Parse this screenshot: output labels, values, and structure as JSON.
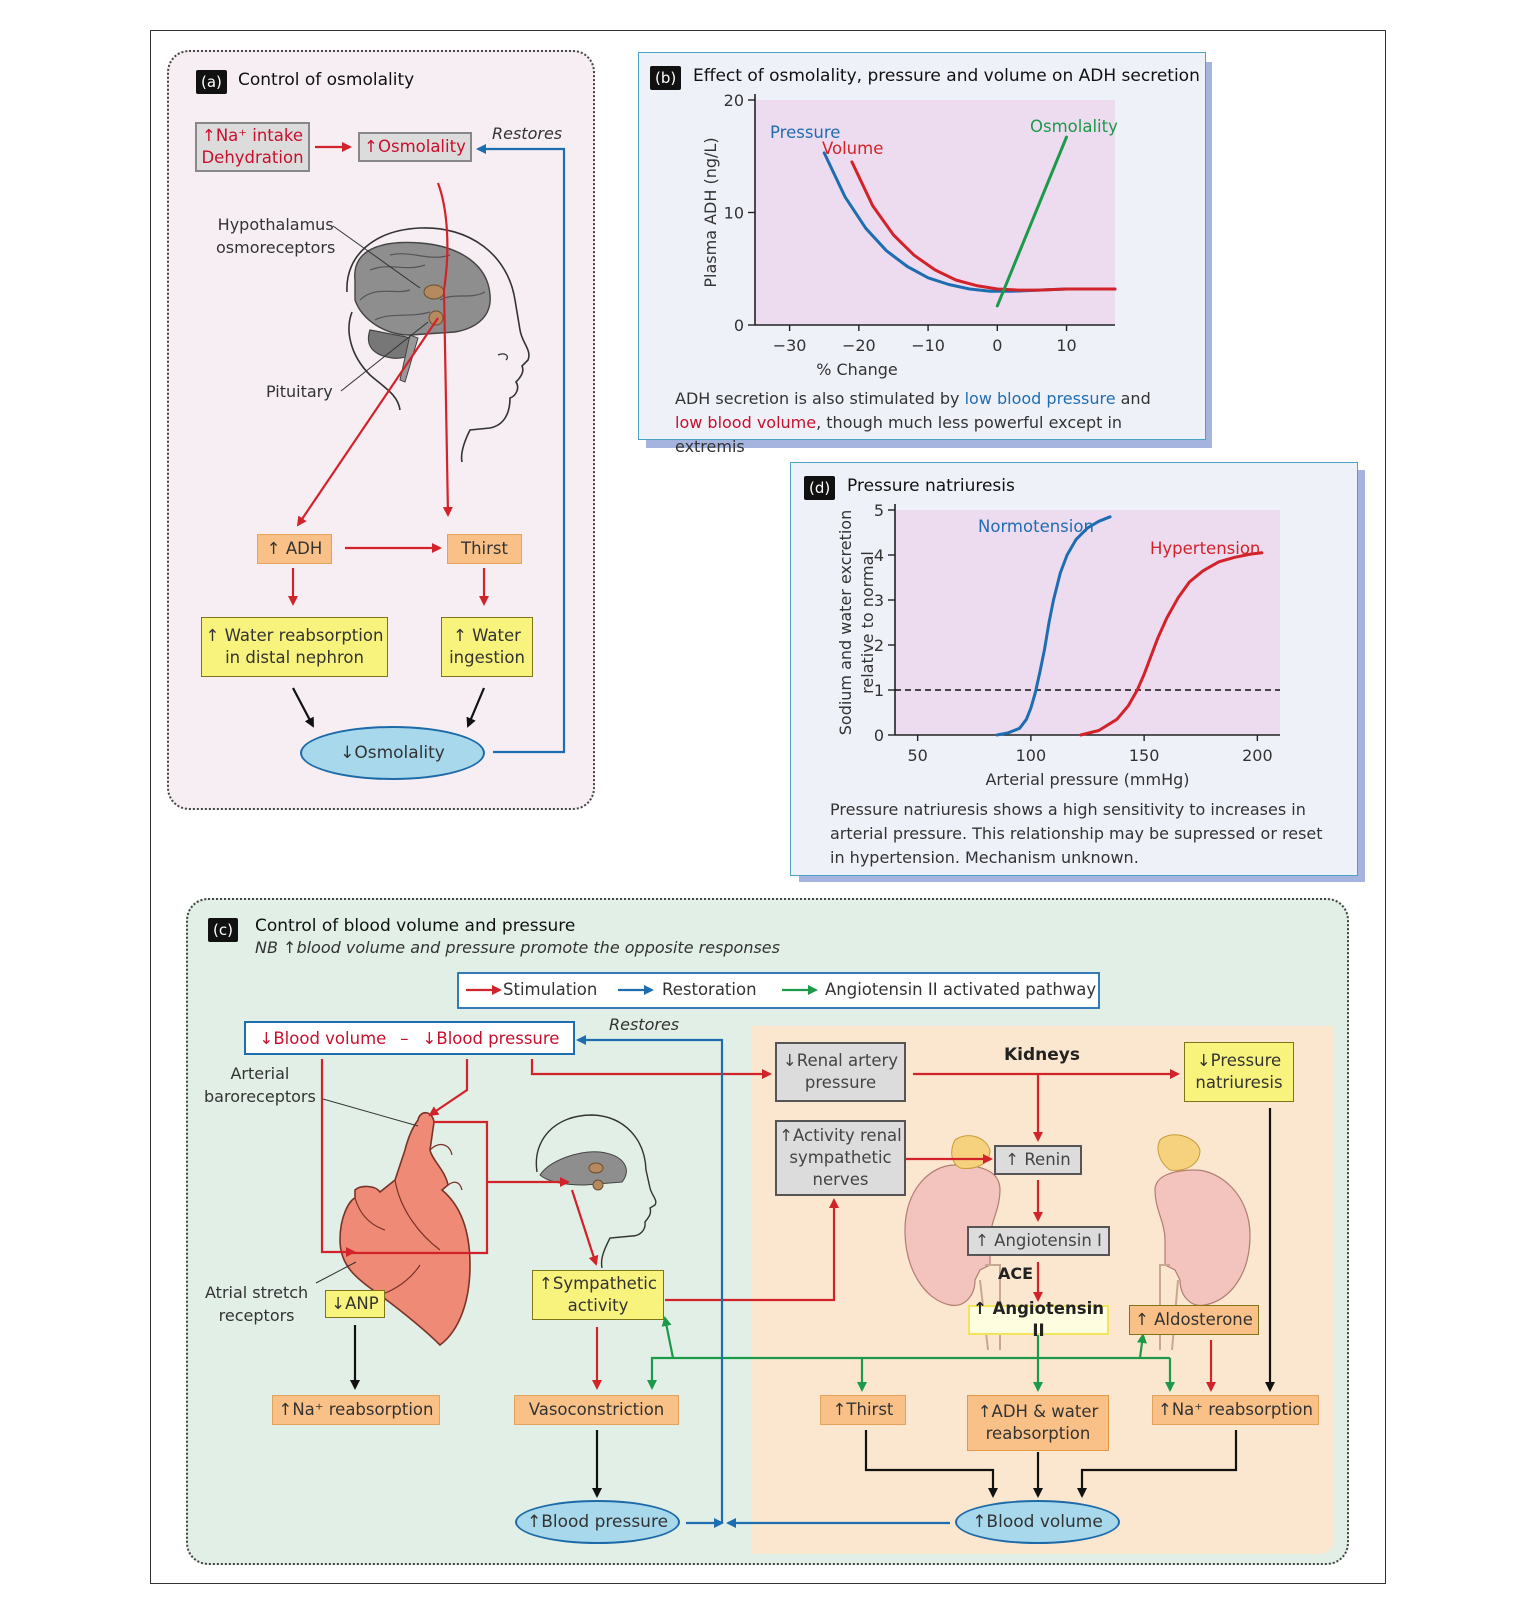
{
  "panel_a": {
    "tag": "(a)",
    "title": "Control of osmolality",
    "box_na_dehydration": "↑Na⁺ intake\nDehydration",
    "box_osmolality": "↑Osmolality",
    "label_restores": "Restores",
    "label_hypothalamus": "Hypothalamus\nosmoreceptors",
    "label_pituitary": "Pituitary",
    "box_adh": "↑ ADH",
    "box_thirst": "Thirst",
    "box_water_reabsorption": "↑ Water reabsorption\nin distal nephron",
    "box_water_ingestion": "↑ Water\ningestion",
    "ellipse_osmolality": "↓Osmolality"
  },
  "panel_b": {
    "tag": "(b)",
    "title": "Effect of osmolality, pressure and volume on ADH secretion",
    "caption_1": "ADH secretion is also stimulated by ",
    "caption_low_bp": "low blood pressure",
    "caption_2": " and",
    "caption_low_bv": "low blood volume",
    "caption_3": ", though much less powerful except in extremis"
  },
  "panel_d": {
    "tag": "(d)",
    "title": "Pressure natriuresis",
    "caption": "Pressure natriuresis shows a high sensitivity to increases in\narterial pressure. This relationship may be supressed or reset\nin hypertension. Mechanism unknown."
  },
  "chart_data": [
    {
      "type": "line",
      "xlabel": "% Change",
      "ylabel": "Plasma ADH (ng/L)",
      "xlim": [
        -35,
        17
      ],
      "ylim": [
        0,
        20
      ],
      "xticks": [
        -30,
        -20,
        -10,
        0,
        10
      ],
      "xtick_labels": [
        "−30",
        "−20",
        "−10",
        "0",
        "10"
      ],
      "yticks": [
        0,
        10,
        20
      ],
      "ytick_labels": [
        "0",
        "10",
        "20"
      ],
      "series": [
        {
          "name": "Pressure",
          "color": "#1f6db1",
          "x": [
            -25,
            -22,
            -19,
            -16,
            -13,
            -10,
            -7,
            -4,
            -1,
            2,
            6,
            10,
            17
          ],
          "y": [
            15.3,
            11.4,
            8.6,
            6.6,
            5.2,
            4.2,
            3.6,
            3.2,
            3.0,
            3.0,
            3.1,
            3.2,
            3.2
          ]
        },
        {
          "name": "Volume",
          "color": "#d2232a",
          "x": [
            -21,
            -18,
            -15,
            -12,
            -9,
            -6,
            -3,
            0,
            3,
            6,
            10,
            17
          ],
          "y": [
            14.5,
            10.6,
            8.0,
            6.2,
            4.9,
            4.0,
            3.5,
            3.2,
            3.1,
            3.1,
            3.2,
            3.2
          ]
        },
        {
          "name": "Osmolality",
          "color": "#1c9a4a",
          "x": [
            0,
            10
          ],
          "y": [
            1.7,
            16.7
          ]
        }
      ]
    },
    {
      "type": "line",
      "xlabel": "Arterial pressure (mmHg)",
      "ylabel": "Sodium and water excretion\nrelative to normal",
      "xlim": [
        40,
        210
      ],
      "ylim": [
        0,
        5
      ],
      "xticks": [
        50,
        100,
        150,
        200
      ],
      "yticks": [
        0,
        1,
        2,
        3,
        4,
        5
      ],
      "reference_line_y": 1,
      "series": [
        {
          "name": "Normotension",
          "color": "#1f6db1",
          "x": [
            85,
            90,
            95,
            98,
            100,
            102,
            104,
            106,
            108,
            110,
            113,
            116,
            120,
            125,
            130,
            135
          ],
          "y": [
            0.0,
            0.05,
            0.15,
            0.35,
            0.6,
            0.95,
            1.4,
            1.9,
            2.5,
            3.0,
            3.6,
            4.0,
            4.35,
            4.6,
            4.75,
            4.85
          ]
        },
        {
          "name": "Hypertension",
          "color": "#d2232a",
          "x": [
            122,
            130,
            138,
            143,
            147,
            150,
            153,
            156,
            160,
            165,
            170,
            176,
            183,
            190,
            197,
            202
          ],
          "y": [
            0.0,
            0.1,
            0.35,
            0.65,
            1.0,
            1.35,
            1.75,
            2.15,
            2.6,
            3.05,
            3.4,
            3.65,
            3.85,
            3.95,
            4.02,
            4.05
          ]
        }
      ]
    }
  ],
  "panel_c": {
    "tag": "(c)",
    "title": "Control of blood volume and pressure",
    "subtitle": "NB ↑blood volume and pressure promote the opposite responses",
    "legend_stimulation": "Stimulation",
    "legend_restoration": "Restoration",
    "legend_angiotensin": "Angiotensin II activated pathway",
    "box_blood_volume_pressure_a": "↓Blood volume",
    "box_blood_volume_pressure_dash": "–",
    "box_blood_volume_pressure_b": "↓Blood pressure",
    "label_restores": "Restores",
    "label_arterial_baroreceptors": "Arterial\nbaroreceptors",
    "label_atrial_stretch": "Atrial stretch\nreceptors",
    "box_anp": "↓ANP",
    "box_na_reabsorption_left": "↑Na⁺ reabsorption",
    "box_sympathetic": "↑Sympathetic\nactivity",
    "box_vasoconstriction": "Vasoconstriction",
    "ellipse_blood_pressure": "↑Blood pressure",
    "box_renal_artery": "↓Renal artery\npressure",
    "label_kidneys": "Kidneys",
    "box_pressure_natriuresis": "↓Pressure\nnatriuresis",
    "box_renal_sympathetic": "↑Activity renal\nsympathetic\nnerves",
    "box_renin": "↑ Renin",
    "box_angiotensin_i": "↑ Angiotensin I",
    "label_ace": "ACE",
    "box_angiotensin_ii": "↑ Angiotensin II",
    "box_aldosterone": "↑ Aldosterone",
    "box_thirst": "↑Thirst",
    "box_adh_water": "↑ADH & water\nreabsorption",
    "box_na_reabsorption_right": "↑Na⁺ reabsorption",
    "ellipse_blood_volume": "↑Blood volume"
  },
  "colors": {
    "stimulation": "#d2232a",
    "restoration": "#1f6db1",
    "angiotensin_pathway": "#1c9a4a"
  }
}
